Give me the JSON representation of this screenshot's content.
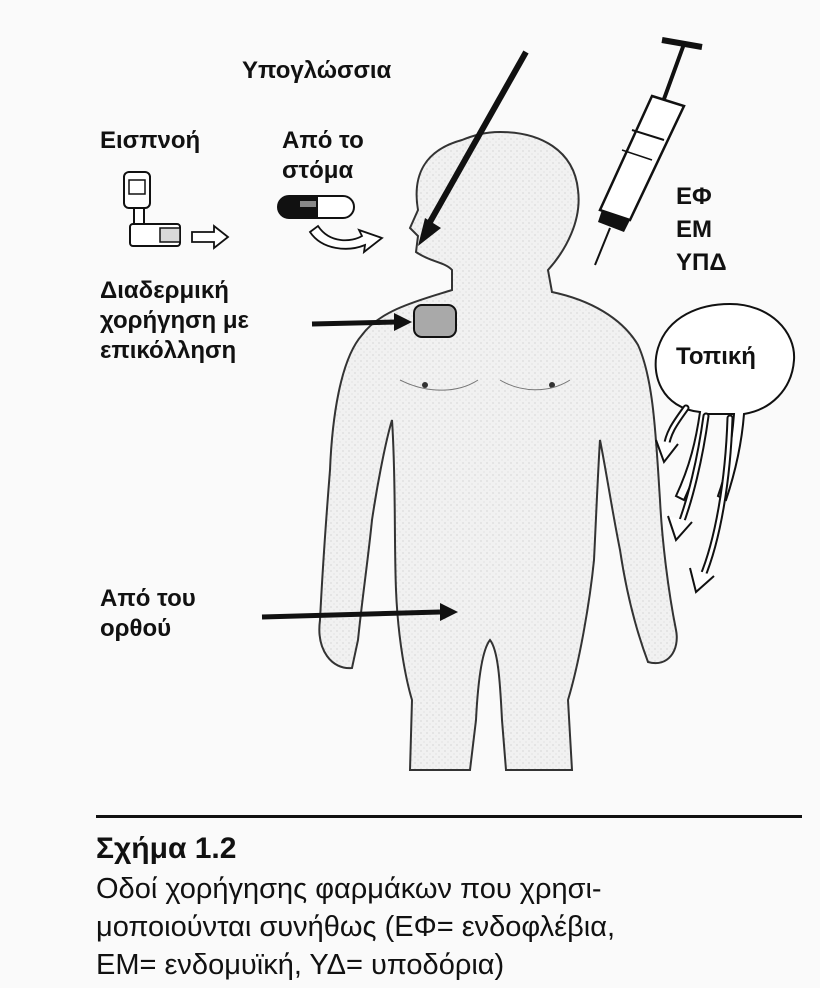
{
  "labels": {
    "sublingual": "Υπογλώσσια",
    "inhalation": "Εισπνοή",
    "oral_line1": "Από το",
    "oral_line2": "στόμα",
    "transdermal_line1": "Διαδερμική",
    "transdermal_line2": "χορήγηση με",
    "transdermal_line3": "επικόλληση",
    "rectal_line1": "Από του",
    "rectal_line2": "ορθού",
    "iv": "ΕΦ",
    "im": "ΕΜ",
    "sc": "ΥΠΔ",
    "topical": "Τοπική"
  },
  "caption": {
    "title": "Σχήμα 1.2",
    "line1": "Οδοί χορήγησης φαρμάκων που χρησι-",
    "line2": "μοποιούνται συνήθως (ΕΦ= ενδοφλέβια,",
    "line3": "ΕΜ= ενδομυϊκή, ΥΔ= υποδόρια)"
  },
  "colors": {
    "ink": "#111111",
    "body_fill": "#ececec",
    "patch": "#a9a9a9",
    "background": "#fafafa"
  }
}
